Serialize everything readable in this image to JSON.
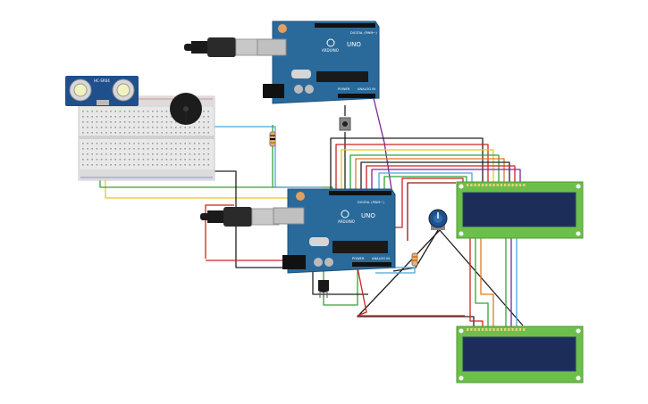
{
  "arduino_top": {
    "brand": "ARDUINO",
    "model": "UNO",
    "digital_label": "DIGITAL (PWM~)",
    "power_label": "POWER",
    "analog_label": "ANALOG IN",
    "color": "#2a6a9b"
  },
  "arduino_bottom": {
    "brand": "ARDUINO",
    "model": "UNO",
    "digital_label": "DIGITAL (PWM~)",
    "power_label": "POWER",
    "analog_label": "ANALOG IN",
    "color": "#2a6a9b"
  },
  "ultrasonic_sensor": {
    "label": "HC-SR04"
  },
  "components": {
    "breadboard": "breadboard",
    "buzzer": "piezo-buzzer",
    "lcd_top": "lcd-16x2",
    "lcd_bottom": "lcd-16x2",
    "potentiometer": "potentiometer",
    "pushbutton": "pushbutton",
    "temperature_sensor": "temperature-sensor",
    "resistors": 2
  },
  "colors": {
    "pcb": "#2a6a9b",
    "lcd_board": "#6cc04a",
    "lcd_screen": "#1d2d5a",
    "wire_red": "#cc2222",
    "wire_black": "#222222",
    "wire_yellow": "#e6c619",
    "wire_green": "#2fa43b",
    "wire_blue": "#49a7d8",
    "wire_purple": "#7a2a9b",
    "wire_orange": "#e07a1f"
  }
}
